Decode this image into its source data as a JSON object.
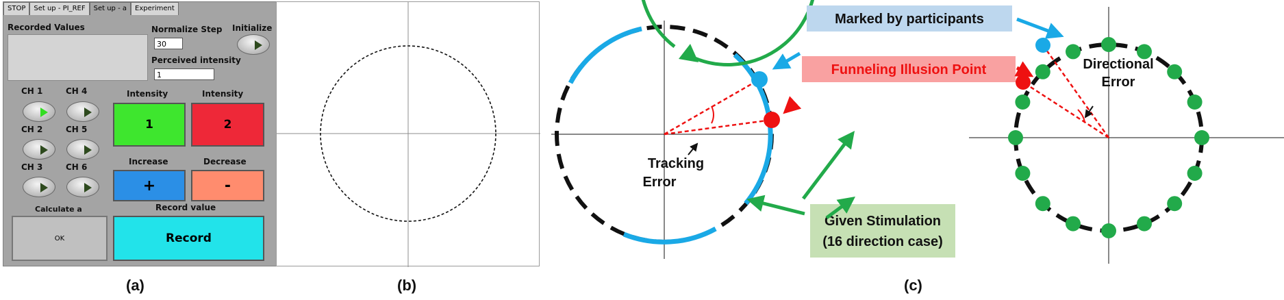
{
  "tabs": [
    "STOP",
    "Set up - PI_REF",
    "Set up - a",
    "Experiment"
  ],
  "panel_a": {
    "recorded_values_label": "Recorded Values",
    "normalize_step_label": "Normalize Step",
    "normalize_step_value": "30",
    "perceived_intensity_label": "Perceived intensity",
    "perceived_intensity_value": "1",
    "initialize_label": "Initialize",
    "channels": [
      "CH 1",
      "CH 4",
      "CH 2",
      "CH 5",
      "CH 3",
      "CH 6"
    ],
    "intensity_label_1": "Intensity",
    "intensity_label_2": "Intensity",
    "intensity_btn_1": "1",
    "intensity_btn_2": "2",
    "increase_label": "Increase",
    "decrease_label": "Decrease",
    "increase_btn": "+",
    "decrease_btn": "-",
    "calculate_label": "Calculate a",
    "ok_btn": "OK",
    "record_value_label": "Record value",
    "record_btn": "Record"
  },
  "panel_c": {
    "marked_by_participants": "Marked by participants",
    "funneling_point": "Funneling Illusion Point",
    "tracking_error_1": "Tracking",
    "tracking_error_2": "Error",
    "directional_error_1": "Directional",
    "directional_error_2": "Error",
    "given_stim_1": "Given Stimulation",
    "given_stim_2": "(16 direction case)"
  },
  "sublabels": {
    "a": "(a)",
    "b": "(b)",
    "c": "(c)"
  },
  "colors": {
    "green": "#22aa4a",
    "blue": "#1aa9e6",
    "red": "#ee1111",
    "intensity_green": "#3ee62e",
    "intensity_red": "#ee2838",
    "increase_blue": "#2b8fe6",
    "decrease_orange": "#ff8c6e",
    "record_cyan": "#22e3ea"
  }
}
